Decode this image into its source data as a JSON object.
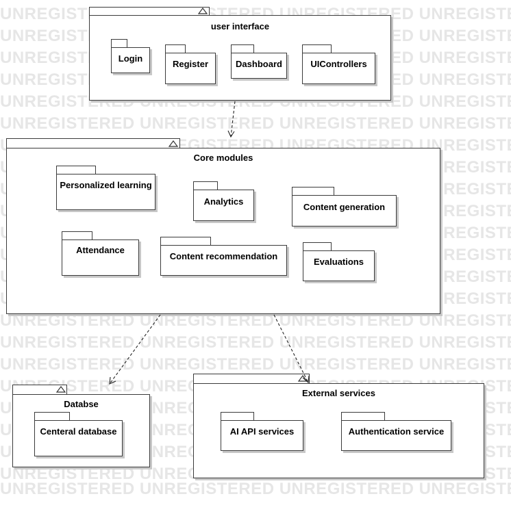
{
  "watermark": {
    "text": "UNREGISTERED UNREGISTERED UNREGISTERED UNREGISTERED",
    "color": "#e6e6e6"
  },
  "packages": {
    "ui": {
      "title": "user interface",
      "modules": [
        "Login",
        "Register",
        "Dashboard",
        "UIControllers"
      ]
    },
    "core": {
      "title": "Core modules",
      "modules": [
        "Personalized learning",
        "Analytics",
        "Content generation",
        "Attendance",
        "Content recommendation",
        "Evaluations"
      ]
    },
    "db": {
      "title": "Databse",
      "modules": [
        "Centeral database"
      ]
    },
    "ext": {
      "title": "External services",
      "modules": [
        "AI API services",
        "Authentication service"
      ]
    }
  },
  "dependencies": [
    {
      "from": "user interface",
      "to": "Core modules",
      "style": "dashed"
    },
    {
      "from": "Core modules",
      "to": "Databse",
      "style": "dashed"
    },
    {
      "from": "Core modules",
      "to": "External services",
      "style": "dashed"
    }
  ]
}
